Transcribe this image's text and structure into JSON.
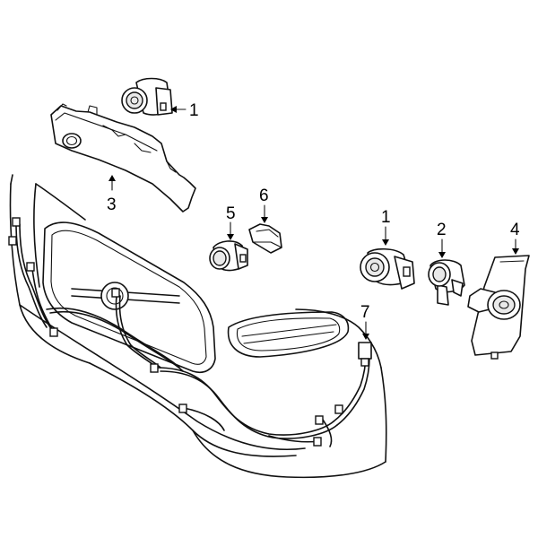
{
  "callouts": [
    {
      "id": "c1a",
      "text": "1"
    },
    {
      "id": "c1b",
      "text": "1"
    },
    {
      "id": "c2",
      "text": "2"
    },
    {
      "id": "c3",
      "text": "3"
    },
    {
      "id": "c4",
      "text": "4"
    },
    {
      "id": "c5",
      "text": "5"
    },
    {
      "id": "c6",
      "text": "6"
    },
    {
      "id": "c7",
      "text": "7"
    }
  ]
}
